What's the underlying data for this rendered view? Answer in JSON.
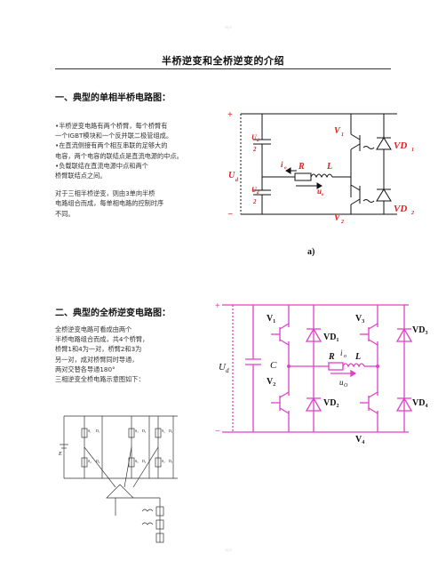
{
  "document": {
    "title": "半桥逆变和全桥逆变的介绍"
  },
  "section1": {
    "heading": "一、典型的单相半桥电路图：",
    "lines": [
      "•半桥逆变电路有两个桥臂，每个桥臂有",
      "一个IGBT模块和一个反并联二极管组成。",
      "•在直流侧接有两个相互串联的足够大的",
      "电容，两个电容的联结点是直流电源的中点。",
      "•负载联结在直流电源中点和两个",
      "桥臂联结点之间。"
    ],
    "lines2": [
      "对于三相半桥逆变，则由3单向半桥",
      "电路组合而成，每单相电路的控制时序",
      "不同。"
    ],
    "diagram": {
      "plus": "+",
      "minus": "−",
      "ud_half_top": "U",
      "ud_sub": "d",
      "two": "2",
      "ud": "U",
      "v1": "V",
      "v1_sub": "1",
      "v2": "V",
      "v2_sub": "2",
      "vd1": "VD",
      "vd1_sub": "1",
      "vd2": "VD",
      "vd2_sub": "2",
      "io": "i",
      "io_sub": "o",
      "r": "R",
      "l": "L",
      "uo": "u",
      "uo_sub": "o",
      "caption": "a)"
    }
  },
  "section2": {
    "heading": "二、典型的全桥逆变电路图：",
    "lines": [
      "全桥逆变电路可看成由两个",
      "半桥电路组合而成，共4个桥臂，",
      "桥臂1和4为一对，桥臂2和3为",
      "另一对，成对桥臂同时导通，",
      "两对交替各导通180°",
      "三相逆变全桥电路示意图如下："
    ],
    "diagram": {
      "plus": "+",
      "minus": "−",
      "v1": "V₁",
      "v2": "V₂",
      "v3": "V₃",
      "v4": "V₄",
      "vd1": "VD₁",
      "vd2": "VD₂",
      "vd3": "VD₃",
      "vd4": "VD₄",
      "ud": "U",
      "ud_sub": "d",
      "c": "C",
      "r": "R",
      "io": "i",
      "io_sub": "o",
      "l": "L",
      "uo": "u",
      "uo_sub": "O"
    },
    "three_phase": {
      "e": "E",
      "s1": "S₁",
      "s3": "S₃",
      "s5": "S₅",
      "s4": "S₄",
      "s6": "S₆",
      "s2": "S₂",
      "d1": "D₁",
      "d3": "D₃",
      "d5": "D₅",
      "d4": "D₄",
      "d6": "D₆",
      "d2": "D₂"
    }
  }
}
